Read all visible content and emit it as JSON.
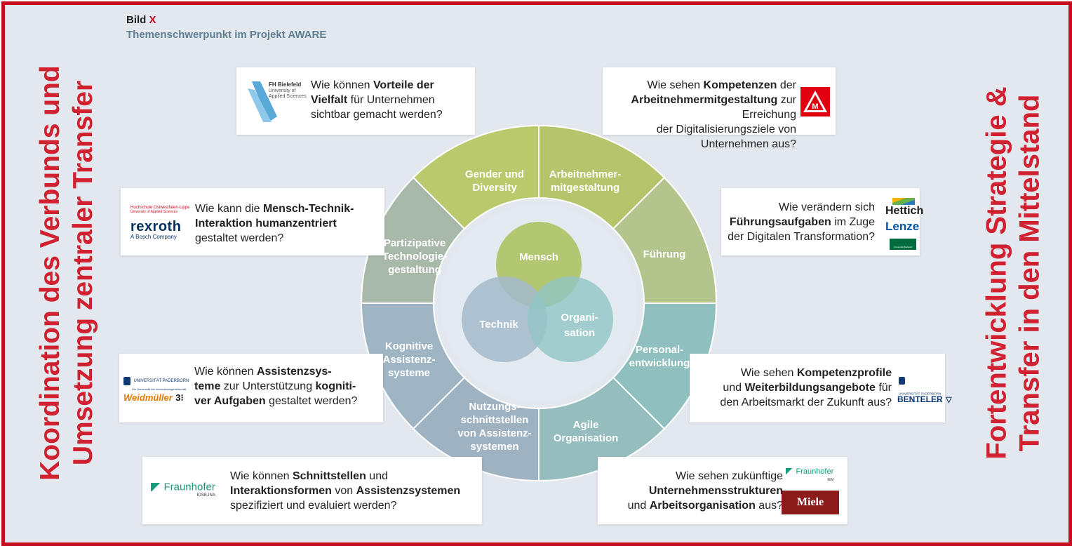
{
  "header": {
    "bild": "Bild",
    "x": "X",
    "subtitle": "Themenschwerpunkt im Projekt AWARE"
  },
  "left_side": {
    "line1": "Koordination des Verbunds und",
    "line2": "Umsetzung zentraler Transfer"
  },
  "right_side": {
    "line1": "Fortentwicklung Strategie &",
    "line2": "Transfer in den Mittelstand"
  },
  "colors": {
    "frame": "#c40d1e",
    "side_text": "#d1202f",
    "background": "#e2e8ee",
    "green": "#b6c56b",
    "light_green": "#b3c48c",
    "gray_green": "#a8b9aa",
    "blue_gray": "#9fb2c1",
    "teal": "#8fc0bf",
    "center_green": "#b0c46a",
    "center_teal": "#91c6c5",
    "center_blue": "#a3bacb"
  },
  "segments": [
    {
      "id": "gender",
      "lines": [
        "Gender und",
        "Diversity"
      ]
    },
    {
      "id": "arbeitnehmer",
      "lines": [
        "Arbeitnehmer-",
        "mitgestaltung"
      ]
    },
    {
      "id": "fuehrung",
      "lines": [
        "Führung"
      ]
    },
    {
      "id": "personal",
      "lines": [
        "Personal-",
        "entwicklung"
      ]
    },
    {
      "id": "agile",
      "lines": [
        "Agile",
        "Organisation"
      ]
    },
    {
      "id": "nutzung",
      "lines": [
        "Nutzungs-",
        "schnittstellen",
        "von Assistenz-",
        "systemen"
      ]
    },
    {
      "id": "kognitive",
      "lines": [
        "Kognitive",
        "Assistenz-",
        "systeme"
      ]
    },
    {
      "id": "partizipativ",
      "lines": [
        "Partizipative",
        "Technologie-",
        "gestaltung"
      ]
    }
  ],
  "center": {
    "mensch": "Mensch",
    "technik": "Technik",
    "organisation1": "Organi-",
    "organisation2": "sation"
  },
  "cards": {
    "c1": {
      "parts": [
        [
          "Wie können ",
          0
        ],
        [
          "Vorteile der",
          1
        ],
        [
          "\n",
          0
        ],
        [
          "Vielfalt",
          1
        ],
        [
          " für Unternehmen",
          0
        ],
        [
          "\n",
          0
        ],
        [
          "sichtbar gemacht werden?",
          0
        ]
      ]
    },
    "c2": {
      "parts": [
        [
          "Wie sehen ",
          0
        ],
        [
          "Kompetenzen",
          1
        ],
        [
          " der",
          0
        ],
        [
          "\n",
          0
        ],
        [
          "Arbeitnehmermitgestaltung",
          1
        ],
        [
          " zur Erreichung",
          0
        ],
        [
          "\n",
          0
        ],
        [
          "der Digitalisierungsziele von Unternehmen aus?",
          0
        ]
      ]
    },
    "c3": {
      "parts": [
        [
          "Wie kann die ",
          0
        ],
        [
          "Mensch-Technik-",
          1
        ],
        [
          "\n",
          0
        ],
        [
          "Interaktion humanzentriert",
          1
        ],
        [
          "\n",
          0
        ],
        [
          "gestaltet werden?",
          0
        ]
      ]
    },
    "c4": {
      "parts": [
        [
          "Wie verändern sich",
          0
        ],
        [
          "\n",
          0
        ],
        [
          "Führungsaufgaben",
          1
        ],
        [
          " im Zuge",
          0
        ],
        [
          "\n",
          0
        ],
        [
          "der Digitalen Transformation?",
          0
        ]
      ]
    },
    "c5": {
      "parts": [
        [
          "Wie können ",
          0
        ],
        [
          "Assistenzsys-",
          1
        ],
        [
          "\n",
          0
        ],
        [
          "teme",
          1
        ],
        [
          " zur Unterstützung ",
          0
        ],
        [
          "kogniti-",
          1
        ],
        [
          "\n",
          0
        ],
        [
          "ver Aufgaben",
          1
        ],
        [
          " gestaltet werden?",
          0
        ]
      ]
    },
    "c6": {
      "parts": [
        [
          "Wie sehen ",
          0
        ],
        [
          "Kompetenzprofile",
          1
        ],
        [
          "\n",
          0
        ],
        [
          "und ",
          0
        ],
        [
          "Weiterbildungsangebote",
          1
        ],
        [
          " für",
          0
        ],
        [
          "\n",
          0
        ],
        [
          "den Arbeitsmarkt der Zukunft aus?",
          0
        ]
      ]
    },
    "c7": {
      "parts": [
        [
          "Wie können ",
          0
        ],
        [
          "Schnittstellen",
          1
        ],
        [
          " und",
          0
        ],
        [
          "\n",
          0
        ],
        [
          "Interaktionsformen",
          1
        ],
        [
          " von ",
          0
        ],
        [
          "Assistenzsystemen",
          1
        ],
        [
          "\n",
          0
        ],
        [
          "spezifiziert und evaluiert werden?",
          0
        ]
      ]
    },
    "c8": {
      "parts": [
        [
          "Wie sehen zukünftige",
          0
        ],
        [
          "\n",
          0
        ],
        [
          "Unternehmensstrukturen",
          1
        ],
        [
          "\n",
          0
        ],
        [
          "und ",
          0
        ],
        [
          "Arbeitsorganisation",
          1
        ],
        [
          " aus?",
          0
        ]
      ]
    }
  },
  "logos": {
    "fh_bielefeld": {
      "name": "FH Bielefeld",
      "sub1": "University of",
      "sub2": "Applied Sciences"
    },
    "ig_metall": {
      "icon": "ig-metall-logo"
    },
    "th_owl": {
      "name": "Hochschule Ostwestfalen-Lippe",
      "sub": "University of Applied Sciences"
    },
    "rexroth": {
      "name": "rexroth",
      "sub": "A Bosch Company"
    },
    "hettich": {
      "name": "Hettich"
    },
    "lenze": {
      "name": "Lenze"
    },
    "uni_bielefeld": {
      "name": "Universität Bielefeld"
    },
    "upb_left": {
      "name": "UNIVERSITÄT PADERBORN",
      "sub": "Die Universität der Informationsgesellschaft"
    },
    "weidmueller": {
      "name": "Weidmüller",
      "mark": "3⁝"
    },
    "upb_right": {
      "name": "UNIVERSITÄT PADERBORN",
      "sub": "Die Universität der Informationsgesellschaft"
    },
    "benteler": {
      "name": "BENTELER",
      "mark": "▽"
    },
    "fraunhofer_left": {
      "name": "Fraunhofer",
      "sub": "IOSB-INA"
    },
    "fraunhofer_right": {
      "name": "Fraunhofer",
      "sub": "IEM"
    },
    "miele": {
      "name": "Miele"
    }
  }
}
